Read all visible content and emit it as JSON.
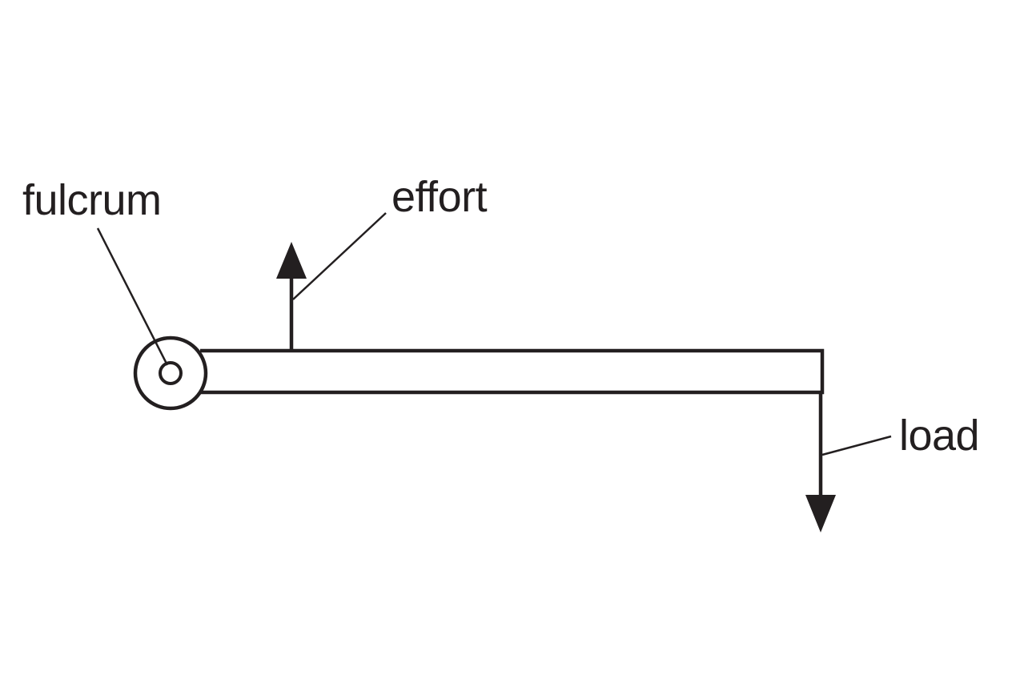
{
  "labels": {
    "fulcrum": "fulcrum",
    "effort": "effort",
    "load": "load"
  },
  "colors": {
    "background": "#ffffff",
    "stroke": "#231f20"
  }
}
